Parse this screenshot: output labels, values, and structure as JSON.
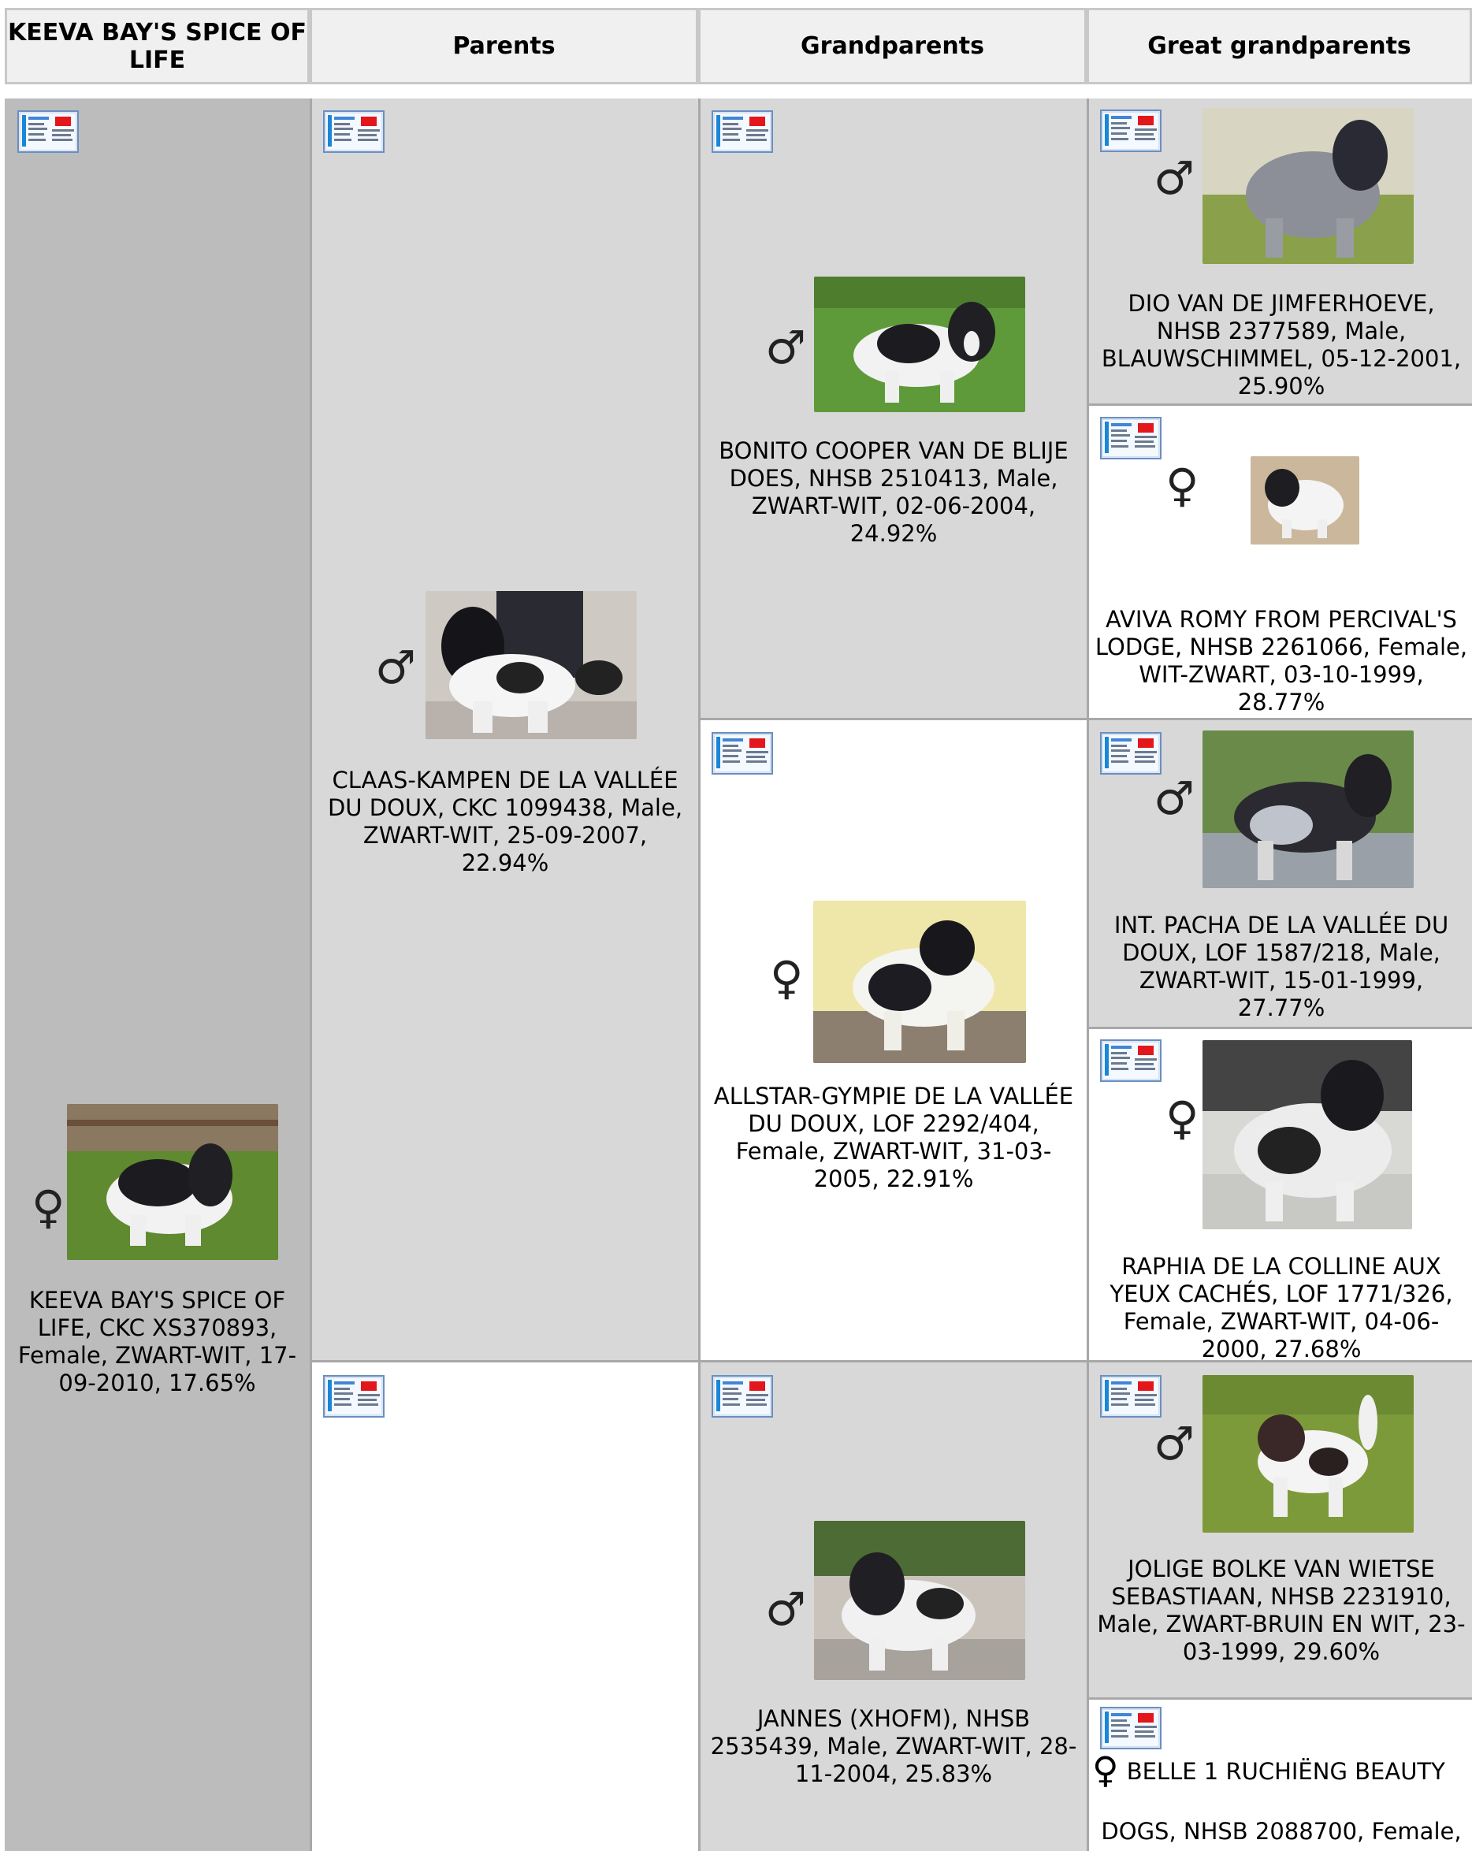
{
  "headers": {
    "subject": "KEEVA BAY'S SPICE OF LIFE",
    "parents": "Parents",
    "grandparents": "Grandparents",
    "great_grandparents": "Great grandparents"
  },
  "icons": {
    "card": "info-card-icon",
    "male": "♂",
    "female": "♀"
  },
  "subject": {
    "caption": "KEEVA BAY'S SPICE OF LIFE, CKC XS370893, Female, ZWART-WIT, 17-09-2010, 17.65%"
  },
  "parents": {
    "sire": {
      "caption": "CLAAS-KAMPEN DE LA VALLÉE DU DOUX, CKC 1099438, Male, ZWART-WIT, 25-09-2007, 22.94%"
    },
    "dam": {
      "caption": ""
    }
  },
  "grandparents": {
    "gp1": {
      "caption": "BONITO COOPER VAN DE BLIJE DOES, NHSB 2510413, Male, ZWART-WIT, 02-06-2004, 24.92%"
    },
    "gp2": {
      "caption": "ALLSTAR-GYMPIE DE LA VALLÉE DU DOUX, LOF 2292/404, Female, ZWART-WIT, 31-03-2005, 22.91%"
    },
    "gp3": {
      "caption": "JANNES (XHOFM), NHSB 2535439, Male, ZWART-WIT, 28-11-2004, 25.83%"
    }
  },
  "great_grandparents": {
    "ggp1": {
      "caption": "DIO VAN DE JIMFERHOEVE, NHSB 2377589, Male, BLAUWSCHIMMEL, 05-12-2001, 25.90%"
    },
    "ggp2": {
      "caption": "AVIVA ROMY FROM PERCIVAL'S LODGE, NHSB 2261066, Female, WIT-ZWART, 03-10-1999, 28.77%"
    },
    "ggp3": {
      "caption": "INT. PACHA DE LA VALLÉE DU DOUX, LOF 1587/218, Male, ZWART-WIT, 15-01-1999, 27.77%"
    },
    "ggp4": {
      "caption": "RAPHIA DE LA COLLINE AUX YEUX CACHÉS, LOF 1771/326, Female, ZWART-WIT, 04-06-2000, 27.68%"
    },
    "ggp5": {
      "caption": "JOLIGE BOLKE VAN WIETSE SEBASTIAAN, NHSB 2231910, Male, ZWART-BRUIN EN WIT, 23-03-1999, 29.60%"
    },
    "ggp6": {
      "caption_line1": "BELLE 1 RUCHIËNG BEAUTY",
      "caption_line2": "DOGS, NHSB 2088700, Female,"
    }
  }
}
